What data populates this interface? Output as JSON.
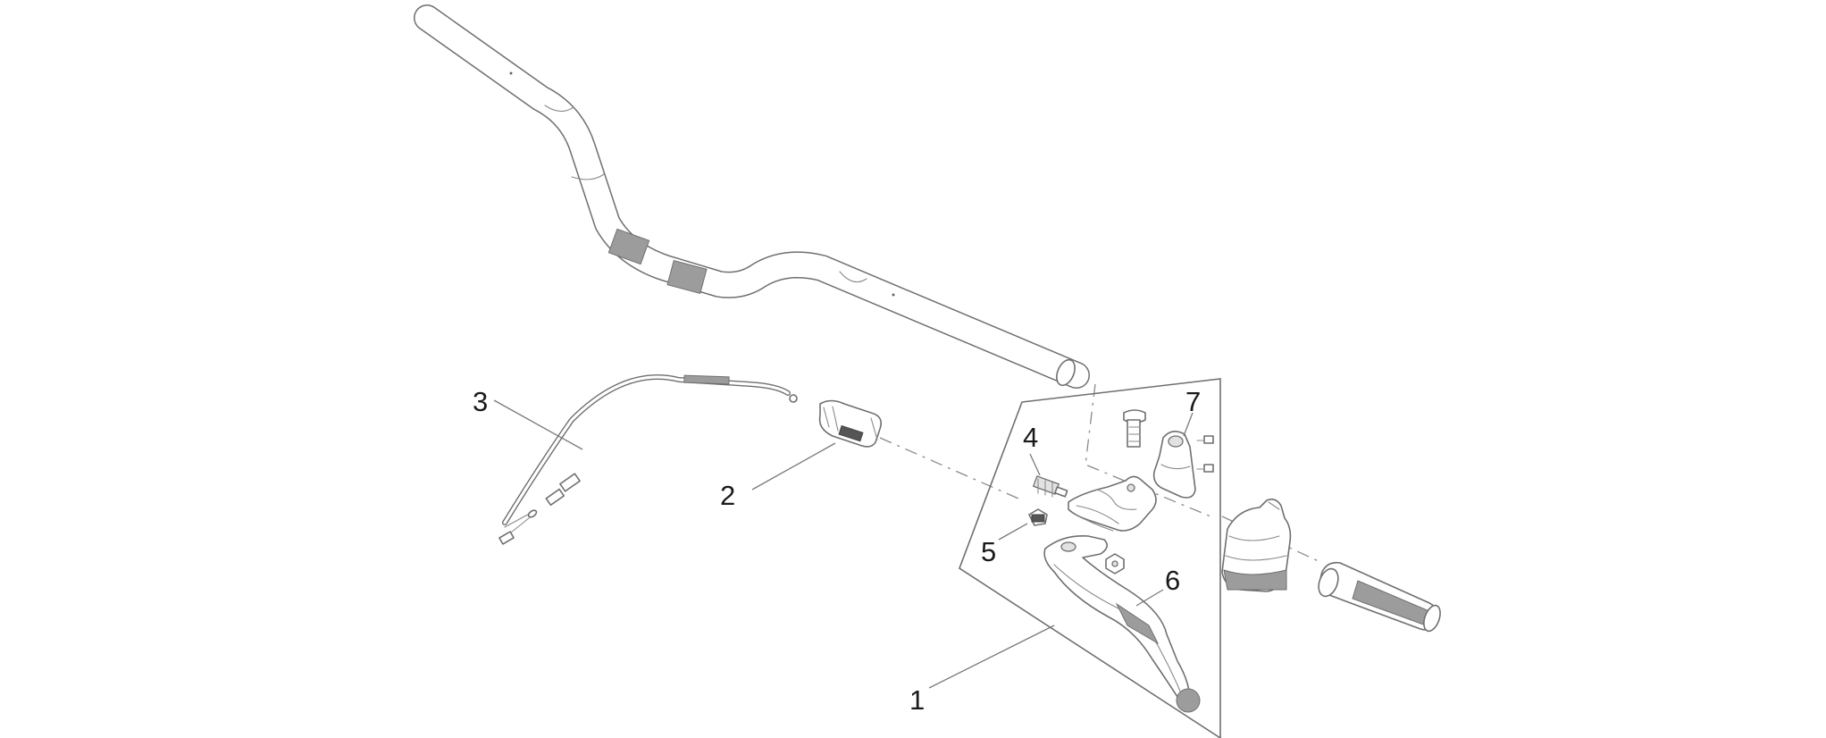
{
  "labels": {
    "l1": "1",
    "l2": "2",
    "l3": "3",
    "l4": "4",
    "l5": "5",
    "l6": "6",
    "l7": "7"
  },
  "colors": {
    "line": "#6f6f6f",
    "text": "#1a1a1a",
    "background": "#ffffff"
  }
}
